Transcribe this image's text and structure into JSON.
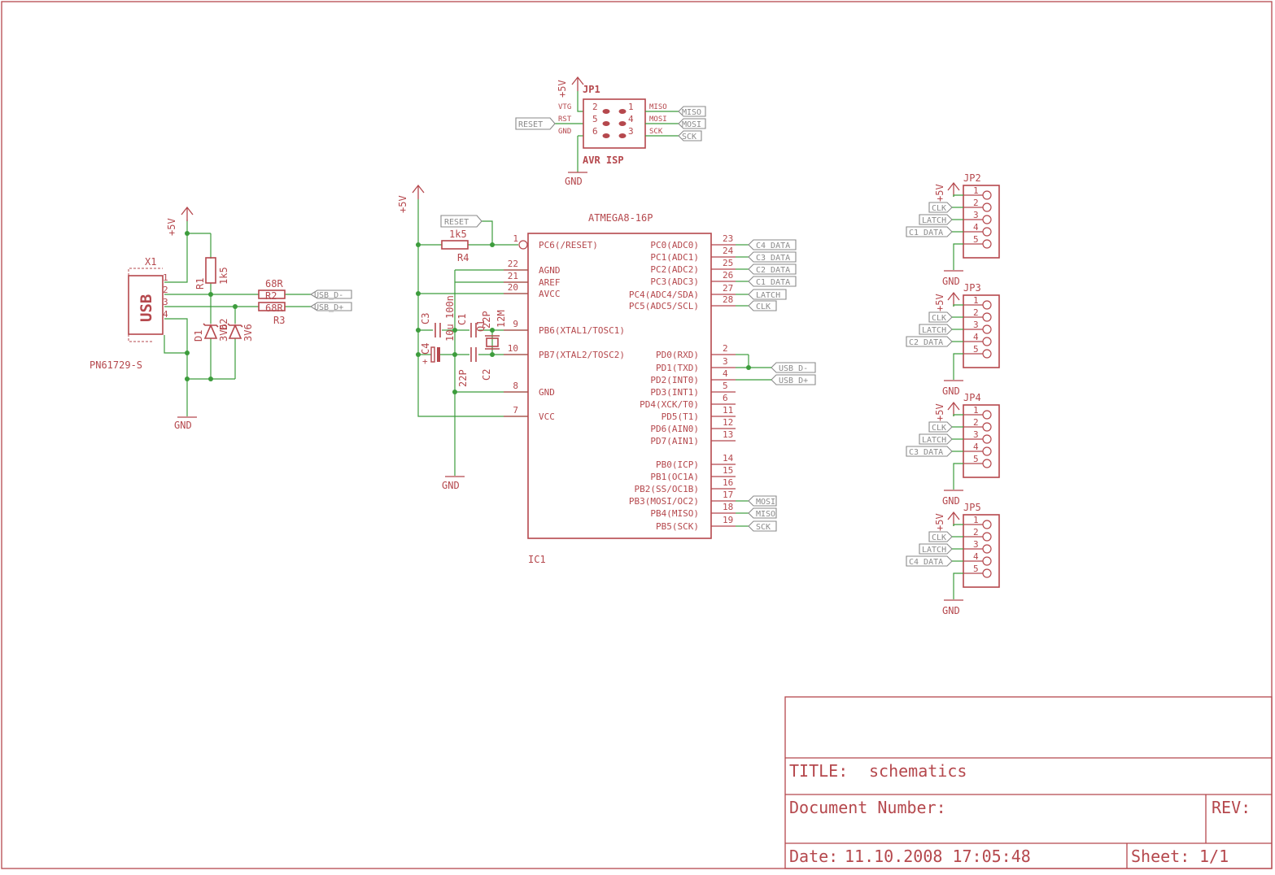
{
  "title_block": {
    "title_label": "TITLE:",
    "title_value": "schematics",
    "doc_label": "Document Number:",
    "rev_label": "REV:",
    "date_label": "Date:",
    "date_value": "11.10.2008 17:05:48",
    "sheet_label": "Sheet:",
    "sheet_value": "1/1"
  },
  "usb": {
    "ref": "X1",
    "body_label": "USB",
    "partno": "PN61729-S",
    "pins": [
      "1",
      "2",
      "3",
      "4"
    ],
    "r1_ref": "R1",
    "r1_val": "1k5",
    "r2_val": "68R",
    "r2_ref": "R2",
    "r3_val": "68R",
    "r3_ref": "R3",
    "d1_ref": "D1",
    "d1_val": "3V6",
    "d2_ref": "D2",
    "d2_val": "3V6",
    "pwr": "+5V",
    "gnd": "GND",
    "net_dm": "USB_D-",
    "net_dp": "USB_D+"
  },
  "isp": {
    "ref": "JP1",
    "name": "AVR ISP",
    "pwr": "+5V",
    "gnd": "GND",
    "left_pins": [
      {
        "sig": "VTG",
        "num": "2"
      },
      {
        "sig": "RST",
        "num": "5"
      },
      {
        "sig": "GND",
        "num": "6"
      }
    ],
    "right_pins": [
      {
        "num": "1",
        "sig": "MISO",
        "net": "MISO"
      },
      {
        "num": "4",
        "sig": "MOSI",
        "net": "MOSI"
      },
      {
        "num": "3",
        "sig": "SCK",
        "net": "SCK"
      }
    ],
    "reset_net": "RESET"
  },
  "mcu": {
    "ref": "IC1",
    "value": "ATMEGA8-16P",
    "pwr": "+5V",
    "gnd": "GND",
    "reset_net": "RESET",
    "r4_val": "1k5",
    "r4_ref": "R4",
    "c3_ref": "C3",
    "c3_val": "10u",
    "c4_ref": "C4",
    "c1_ref": "C1",
    "c1_val": "100n",
    "c2_ref": "C2",
    "c2_val": "22P",
    "c5_val": "22P",
    "q1_ref": "Q1",
    "q1_val": "12M",
    "left_pins": [
      {
        "num": "1",
        "name": "PC6(/RESET)"
      },
      {
        "num": "22",
        "name": "AGND"
      },
      {
        "num": "21",
        "name": "AREF"
      },
      {
        "num": "20",
        "name": "AVCC"
      },
      {
        "num": "9",
        "name": "PB6(XTAL1/TOSC1)"
      },
      {
        "num": "10",
        "name": "PB7(XTAL2/TOSC2)"
      },
      {
        "num": "8",
        "name": "GND"
      },
      {
        "num": "7",
        "name": "VCC"
      }
    ],
    "right_pins": [
      {
        "num": "23",
        "name": "PC0(ADC0)",
        "net": "C4_DATA"
      },
      {
        "num": "24",
        "name": "PC1(ADC1)",
        "net": "C3_DATA"
      },
      {
        "num": "25",
        "name": "PC2(ADC2)",
        "net": "C2_DATA"
      },
      {
        "num": "26",
        "name": "PC3(ADC3)",
        "net": "C1_DATA"
      },
      {
        "num": "27",
        "name": "PC4(ADC4/SDA)",
        "net": "LATCH"
      },
      {
        "num": "28",
        "name": "PC5(ADC5/SCL)",
        "net": "CLK"
      },
      {
        "num": "2",
        "name": "PD0(RXD)",
        "net": ""
      },
      {
        "num": "3",
        "name": "PD1(TXD)",
        "net": "USB_D-"
      },
      {
        "num": "4",
        "name": "PD2(INT0)",
        "net": "USB_D+"
      },
      {
        "num": "5",
        "name": "PD3(INT1)",
        "net": ""
      },
      {
        "num": "6",
        "name": "PD4(XCK/T0)",
        "net": ""
      },
      {
        "num": "11",
        "name": "PD5(T1)",
        "net": ""
      },
      {
        "num": "12",
        "name": "PD6(AIN0)",
        "net": ""
      },
      {
        "num": "13",
        "name": "PD7(AIN1)",
        "net": ""
      },
      {
        "num": "14",
        "name": "PB0(ICP)",
        "net": ""
      },
      {
        "num": "15",
        "name": "PB1(OC1A)",
        "net": ""
      },
      {
        "num": "16",
        "name": "PB2(SS/OC1B)",
        "net": ""
      },
      {
        "num": "17",
        "name": "PB3(MOSI/OC2)",
        "net": "MOSI"
      },
      {
        "num": "18",
        "name": "PB4(MISO)",
        "net": "MISO"
      },
      {
        "num": "19",
        "name": "PB5(SCK)",
        "net": "SCK"
      }
    ]
  },
  "headers": [
    {
      "ref": "JP2",
      "pwr": "+5V",
      "gnd": "GND",
      "pins": [
        "1",
        "2",
        "3",
        "4",
        "5"
      ],
      "nets": [
        "CLK",
        "LATCH",
        "C1_DATA"
      ]
    },
    {
      "ref": "JP3",
      "pwr": "+5V",
      "gnd": "GND",
      "pins": [
        "1",
        "2",
        "3",
        "4",
        "5"
      ],
      "nets": [
        "CLK",
        "LATCH",
        "C2_DATA"
      ]
    },
    {
      "ref": "JP4",
      "pwr": "+5V",
      "gnd": "GND",
      "pins": [
        "1",
        "2",
        "3",
        "4",
        "5"
      ],
      "nets": [
        "CLK",
        "LATCH",
        "C3_DATA"
      ]
    },
    {
      "ref": "JP5",
      "pwr": "+5V",
      "gnd": "GND",
      "pins": [
        "1",
        "2",
        "3",
        "4",
        "5"
      ],
      "nets": [
        "CLK",
        "LATCH",
        "C4_DATA"
      ]
    }
  ]
}
